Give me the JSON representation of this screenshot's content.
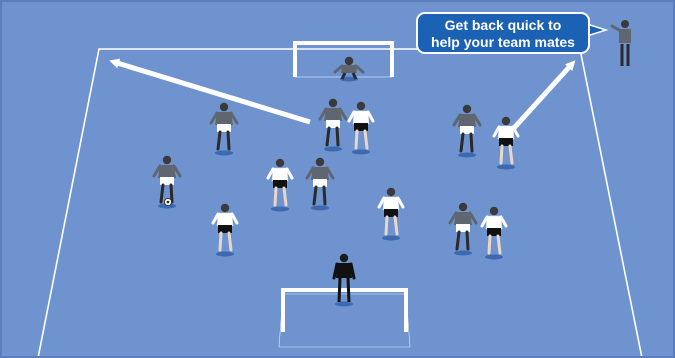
{
  "callout": {
    "line1": "Get back quick to",
    "line2": "help your team mates"
  },
  "colors": {
    "pitch": "#6f93cf",
    "lines": "#ffffff",
    "callout_fill": "#1b62b4",
    "team_dark": "#5f6670",
    "team_light": "#ffffff",
    "keeper": "#1a1a1a"
  },
  "players": [
    {
      "id": "goalkeeper-top",
      "team": "dark"
    },
    {
      "id": "coach",
      "team": "dark"
    },
    {
      "id": "dark-1",
      "team": "dark"
    },
    {
      "id": "dark-2",
      "team": "dark"
    },
    {
      "id": "dark-3",
      "team": "dark"
    },
    {
      "id": "dark-4",
      "team": "dark"
    },
    {
      "id": "dark-5",
      "team": "dark"
    },
    {
      "id": "dark-6",
      "team": "dark"
    },
    {
      "id": "light-1",
      "team": "light"
    },
    {
      "id": "light-2",
      "team": "light"
    },
    {
      "id": "light-3",
      "team": "light"
    },
    {
      "id": "light-4",
      "team": "light"
    },
    {
      "id": "light-5",
      "team": "light"
    },
    {
      "id": "light-6",
      "team": "light"
    },
    {
      "id": "goalkeeper-bottom",
      "team": "black"
    }
  ]
}
